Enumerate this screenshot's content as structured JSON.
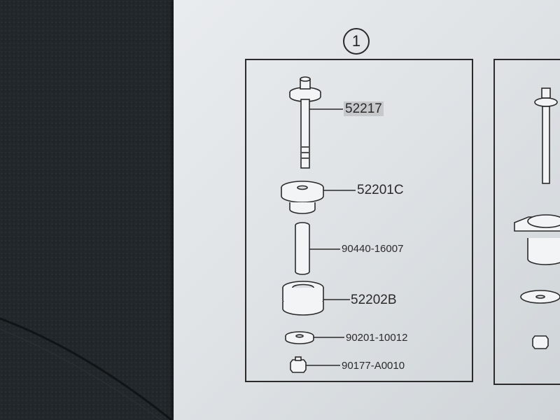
{
  "panel": {
    "number": "1"
  },
  "parts": [
    {
      "id": "bolt",
      "number": "52217"
    },
    {
      "id": "cushion-upper",
      "number": "52201C"
    },
    {
      "id": "collar",
      "number": "90440-16007"
    },
    {
      "id": "cushion-lower",
      "number": "52202B"
    },
    {
      "id": "washer",
      "number": "90201-10012"
    },
    {
      "id": "nut",
      "number": "90177-A0010"
    }
  ]
}
